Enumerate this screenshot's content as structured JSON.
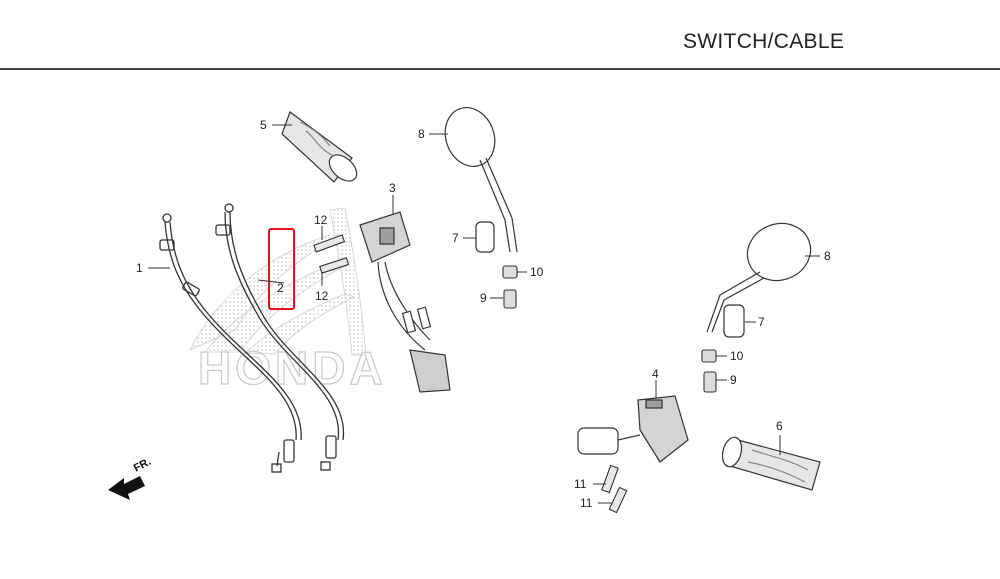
{
  "header": {
    "title": "SWITCH/CABLE"
  },
  "watermark": {
    "text": "HONDA"
  },
  "direction": {
    "label": "FR."
  },
  "callouts": {
    "c1": "1",
    "c2": "2",
    "c3": "3",
    "c4": "4",
    "c5": "5",
    "c6": "6",
    "c7a": "7",
    "c7b": "7",
    "c8a": "8",
    "c8b": "8",
    "c9a": "9",
    "c9b": "9",
    "c10a": "10",
    "c10b": "10",
    "c11a": "11",
    "c11b": "11",
    "c12a": "12",
    "c12b": "12"
  },
  "colors": {
    "highlight": "#e0141e",
    "line": "#333333",
    "watermark": "#c9c9c9"
  },
  "highlighted_part": "2"
}
